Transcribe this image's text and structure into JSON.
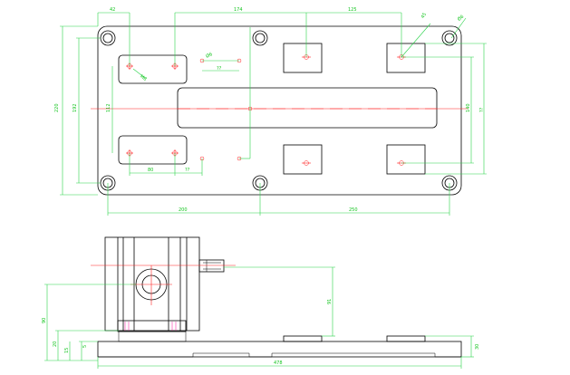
{
  "plan_dims": {
    "top_42": "42",
    "top_174": "174",
    "top_125": "125",
    "top_45": "45",
    "top_phi6": "Ø6",
    "small_holes_ang": "Ø6",
    "small_hole_qq": "??",
    "left_220": "220",
    "left_192": "192",
    "left_112": "112",
    "right_140": "140",
    "right_qq": "??",
    "bottom_80": "80",
    "bottom_qq": "??",
    "bottom_200": "200",
    "bottom_250": "250",
    "m8_label": "M8"
  },
  "elev_dims": {
    "dim_90": "90",
    "dim_91": "91",
    "dim_20": "20",
    "dim_15": "15",
    "dim_5": "5",
    "dim_30": "30",
    "dim_478": "478"
  },
  "colors": {
    "dimension": "#2ad34a",
    "object": "#000000",
    "centerline": "#ff2020",
    "accent": "#ff33aa"
  }
}
